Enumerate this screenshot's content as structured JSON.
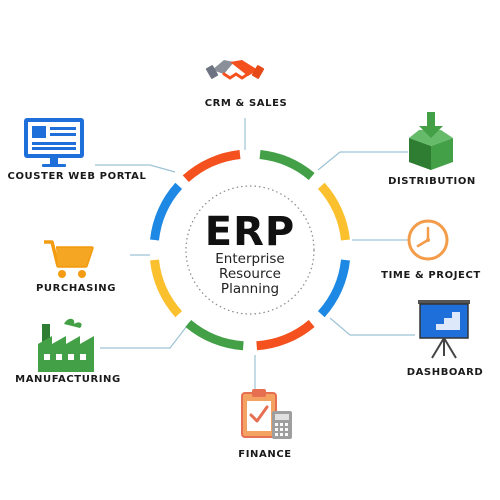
{
  "center": {
    "title": "ERP",
    "subtitle_lines": [
      "Enterprise",
      "Resource",
      "Planning"
    ]
  },
  "modules": [
    {
      "id": "crm",
      "label": "CRM  & SALES",
      "icon": "handshake-icon"
    },
    {
      "id": "distribution",
      "label": "DISTRIBUTION",
      "icon": "box-download-icon"
    },
    {
      "id": "time",
      "label": "TIME & PROJECT",
      "icon": "clock-icon"
    },
    {
      "id": "dashboard",
      "label": "DASHBOARD",
      "icon": "presentation-board-icon"
    },
    {
      "id": "finance",
      "label": "FINANCE",
      "icon": "clipboard-calculator-icon"
    },
    {
      "id": "manufacturing",
      "label": "MANUFACTURING",
      "icon": "factory-icon"
    },
    {
      "id": "purchasing",
      "label": "PURCHASING",
      "icon": "shopping-cart-icon"
    },
    {
      "id": "portal",
      "label": "COUSTER WEB PORTAL",
      "icon": "monitor-icon"
    }
  ],
  "colors": {
    "orange": "#f4511e",
    "green": "#43a047",
    "yellow": "#fbc02d",
    "blue": "#1e88e5",
    "connector": "#9ec3d6"
  }
}
